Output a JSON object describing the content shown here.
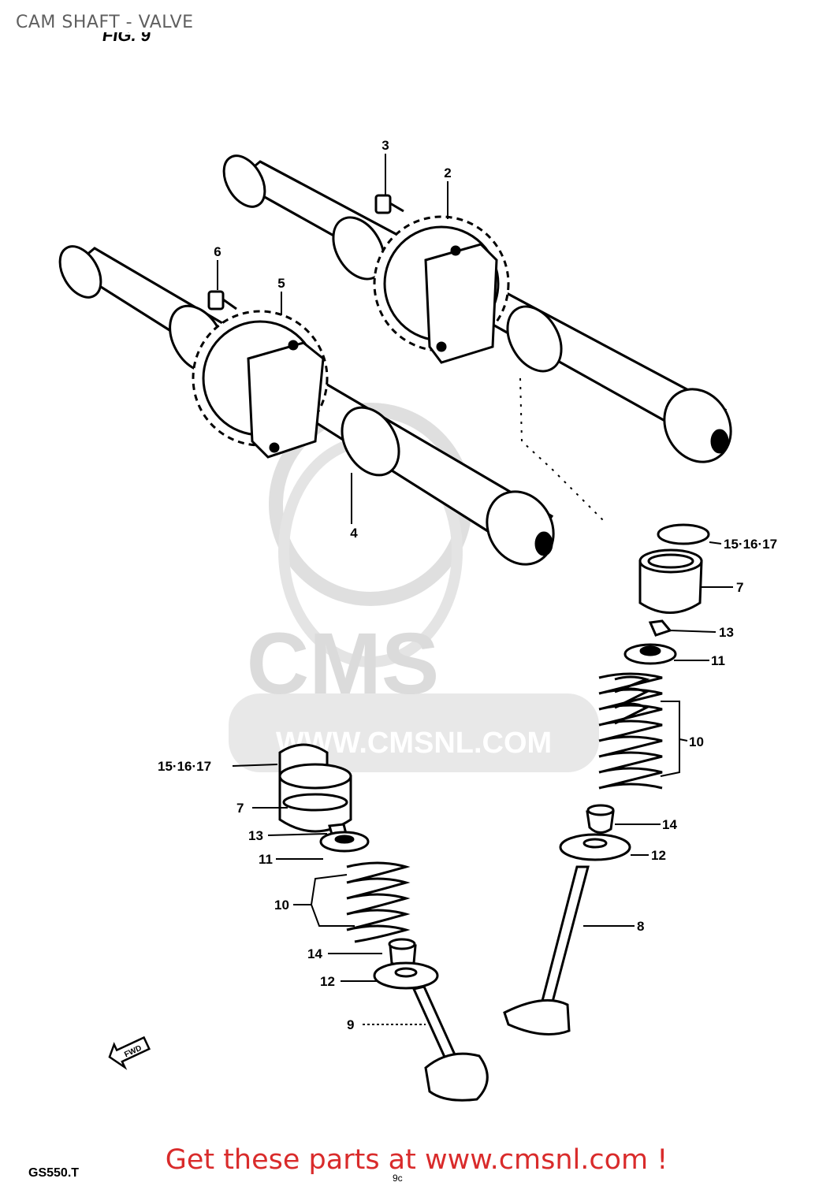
{
  "header": {
    "title": "CAM SHAFT - VALVE"
  },
  "figure": {
    "label": "FIG. 9",
    "model_code": "GS550.T",
    "page_mark": "9c",
    "fwd_label": "FWD"
  },
  "watermark": {
    "brand": "CMS",
    "url": "WWW.CMSNL.COM"
  },
  "callouts": {
    "c1": "3",
    "c2": "2",
    "c3": "6",
    "c4": "5",
    "c5": "4",
    "c6": "15·16·17",
    "c7": "7",
    "c8": "13",
    "c9": "11",
    "c10": "10",
    "c11": "14",
    "c12": "12",
    "c13": "8",
    "c14": "15·16·17",
    "c15": "7",
    "c16": "13",
    "c17": "11",
    "c18": "10",
    "c19": "14",
    "c20": "12",
    "c21": "9"
  },
  "footer": {
    "promo": "Get these parts at www.cmsnl.com !"
  },
  "colors": {
    "promo": "#d92b2b",
    "watermark": "#d8d8d8",
    "ink": "#000000"
  }
}
